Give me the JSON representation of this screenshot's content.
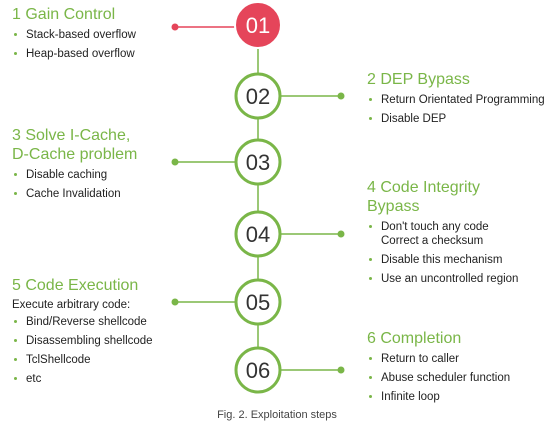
{
  "colors": {
    "accent": "#7ab648",
    "first_circle": "#e5455a",
    "first_line": "#e5455a",
    "text": "#222222"
  },
  "nodes": [
    "01",
    "02",
    "03",
    "04",
    "05",
    "06"
  ],
  "steps": [
    {
      "title": "1 Gain Control",
      "items": [
        "Stack-based overflow",
        "Heap-based overflow"
      ]
    },
    {
      "title": "2 DEP Bypass",
      "items": [
        "Return Orientated Programming",
        "Disable DEP"
      ]
    },
    {
      "title": "3 Solve I-Cache,\nD-Cache problem",
      "items": [
        "Disable caching",
        "Cache Invalidation"
      ]
    },
    {
      "title": "4 Code Integrity\nBypass",
      "items": [
        "Don't touch any code\nCorrect  a checksum",
        "Disable this mechanism",
        "Use an uncontrolled region"
      ]
    },
    {
      "title": "5 Code Execution",
      "intro": "Execute arbitrary code:",
      "items": [
        "Bind/Reverse shellcode",
        "Disassembling shellcode",
        "TclShellcode",
        "etc"
      ]
    },
    {
      "title": "6 Completion",
      "items": [
        "Return to caller",
        "Abuse scheduler function",
        "Infinite loop"
      ]
    }
  ],
  "caption": "Fig. 2. Exploitation steps"
}
